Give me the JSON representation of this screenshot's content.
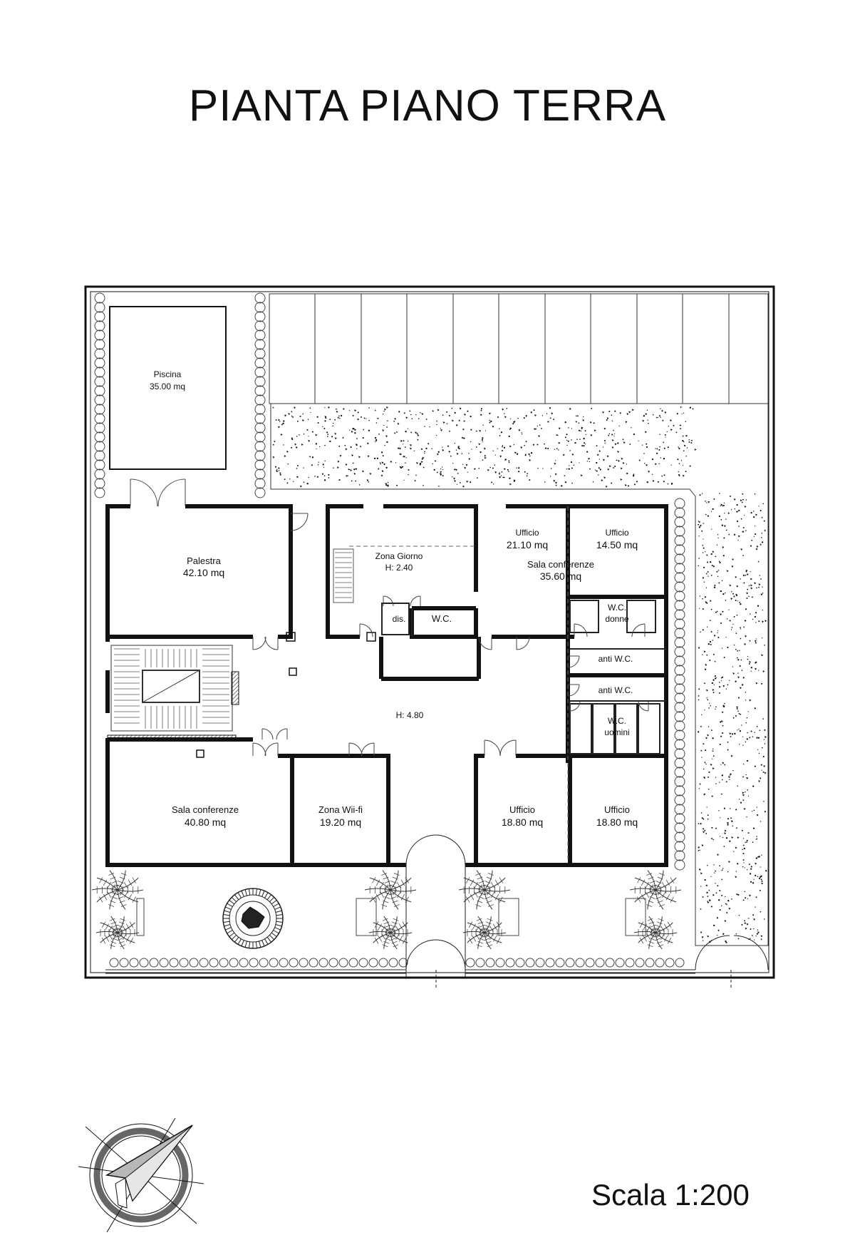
{
  "title": "PIANTA PIANO TERRA",
  "scale": "Scala 1:200",
  "rooms": {
    "piscina": {
      "name": "Piscina",
      "area": "35.00 mq"
    },
    "palestra": {
      "name": "Palestra",
      "area": "42.10 mq"
    },
    "zona_giorno": {
      "name": "Zona Giorno",
      "height": "H: 2.40"
    },
    "dis": {
      "name": "dis."
    },
    "wc": {
      "name": "W.C."
    },
    "ufficio_1": {
      "name": "Ufficio",
      "area": "21.10 mq"
    },
    "ufficio_2": {
      "name": "Ufficio",
      "area": "14.50 mq"
    },
    "sala_conf_1": {
      "name": "Sala conferenze",
      "area": "35.60 mq"
    },
    "wc_donne": {
      "name1": "W.C.",
      "name2": "donne"
    },
    "anti_wc_1": {
      "name": "anti W.C."
    },
    "anti_wc_2": {
      "name": "anti W.C."
    },
    "wc_uomini": {
      "name1": "W.C.",
      "name2": "uomini"
    },
    "hall": {
      "height": "H: 4.80"
    },
    "sala_conf_2": {
      "name": "Sala conferenze",
      "area": "40.80 mq"
    },
    "zona_wifi": {
      "name": "Zona Wii-fi",
      "area": "19.20 mq"
    },
    "ufficio_3": {
      "name": "Ufficio",
      "area": "18.80 mq"
    },
    "ufficio_4": {
      "name": "Ufficio",
      "area": "18.80 mq"
    }
  },
  "icons": [
    "compass-rose-icon",
    "palm-tree-icon",
    "fountain-icon",
    "staircase-icon",
    "door-icon"
  ]
}
